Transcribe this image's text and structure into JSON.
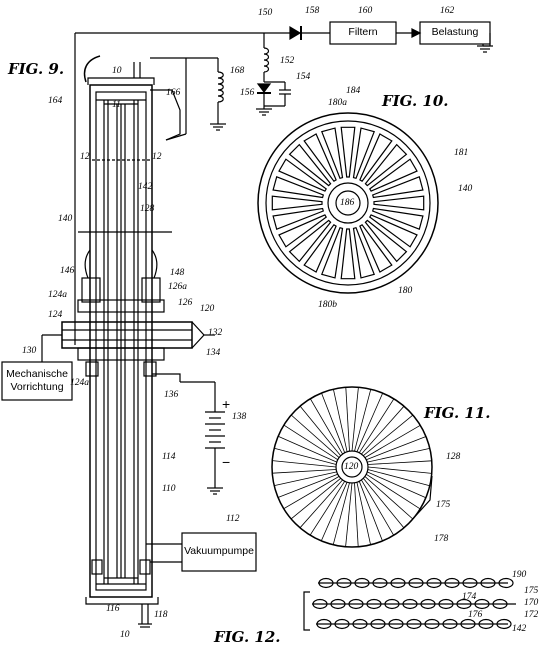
{
  "figures": {
    "fig9": "FIG. 9.",
    "fig10": "FIG. 10.",
    "fig11": "FIG. 11.",
    "fig12": "FIG. 12."
  },
  "boxes": {
    "filter": "Filtern",
    "load": "Belastung",
    "mechanical": [
      "Mechanische",
      "Vorrichtung"
    ],
    "vacuum": "Vakuumpumpe"
  },
  "references": {
    "r150": "150",
    "r158": "158",
    "r160": "160",
    "r162": "162",
    "r152": "152",
    "r154": "154",
    "r156": "156",
    "r168": "168",
    "r10top": "10",
    "r10bottom": "10",
    "r11": "11",
    "r164": "164",
    "r166": "166",
    "r12a": "12",
    "r12b": "12",
    "r140": "140",
    "r142": "142",
    "r128": "128",
    "r146": "146",
    "r148": "148",
    "r124a": "124a",
    "r124": "124",
    "r126a": "126a",
    "r126": "126",
    "r120": "120",
    "r130": "130",
    "r132": "132",
    "r134": "134",
    "r124a2": "124a",
    "r136": "136",
    "r138": "138",
    "r114": "114",
    "r110": "110",
    "r112": "112",
    "r116": "116",
    "r118": "118",
    "r184": "184",
    "r180a": "180a",
    "r186": "186",
    "r181": "181",
    "r140b": "140",
    "r180": "180",
    "r180b": "180b",
    "r128b": "128",
    "r120b": "120",
    "r175": "175",
    "r178": "178",
    "r190": "190",
    "r175b": "175",
    "r174": "174",
    "r170": "170",
    "r172": "172",
    "r176": "176",
    "r142b": "142"
  },
  "symbols": {
    "plus": "+",
    "minus": "−"
  }
}
